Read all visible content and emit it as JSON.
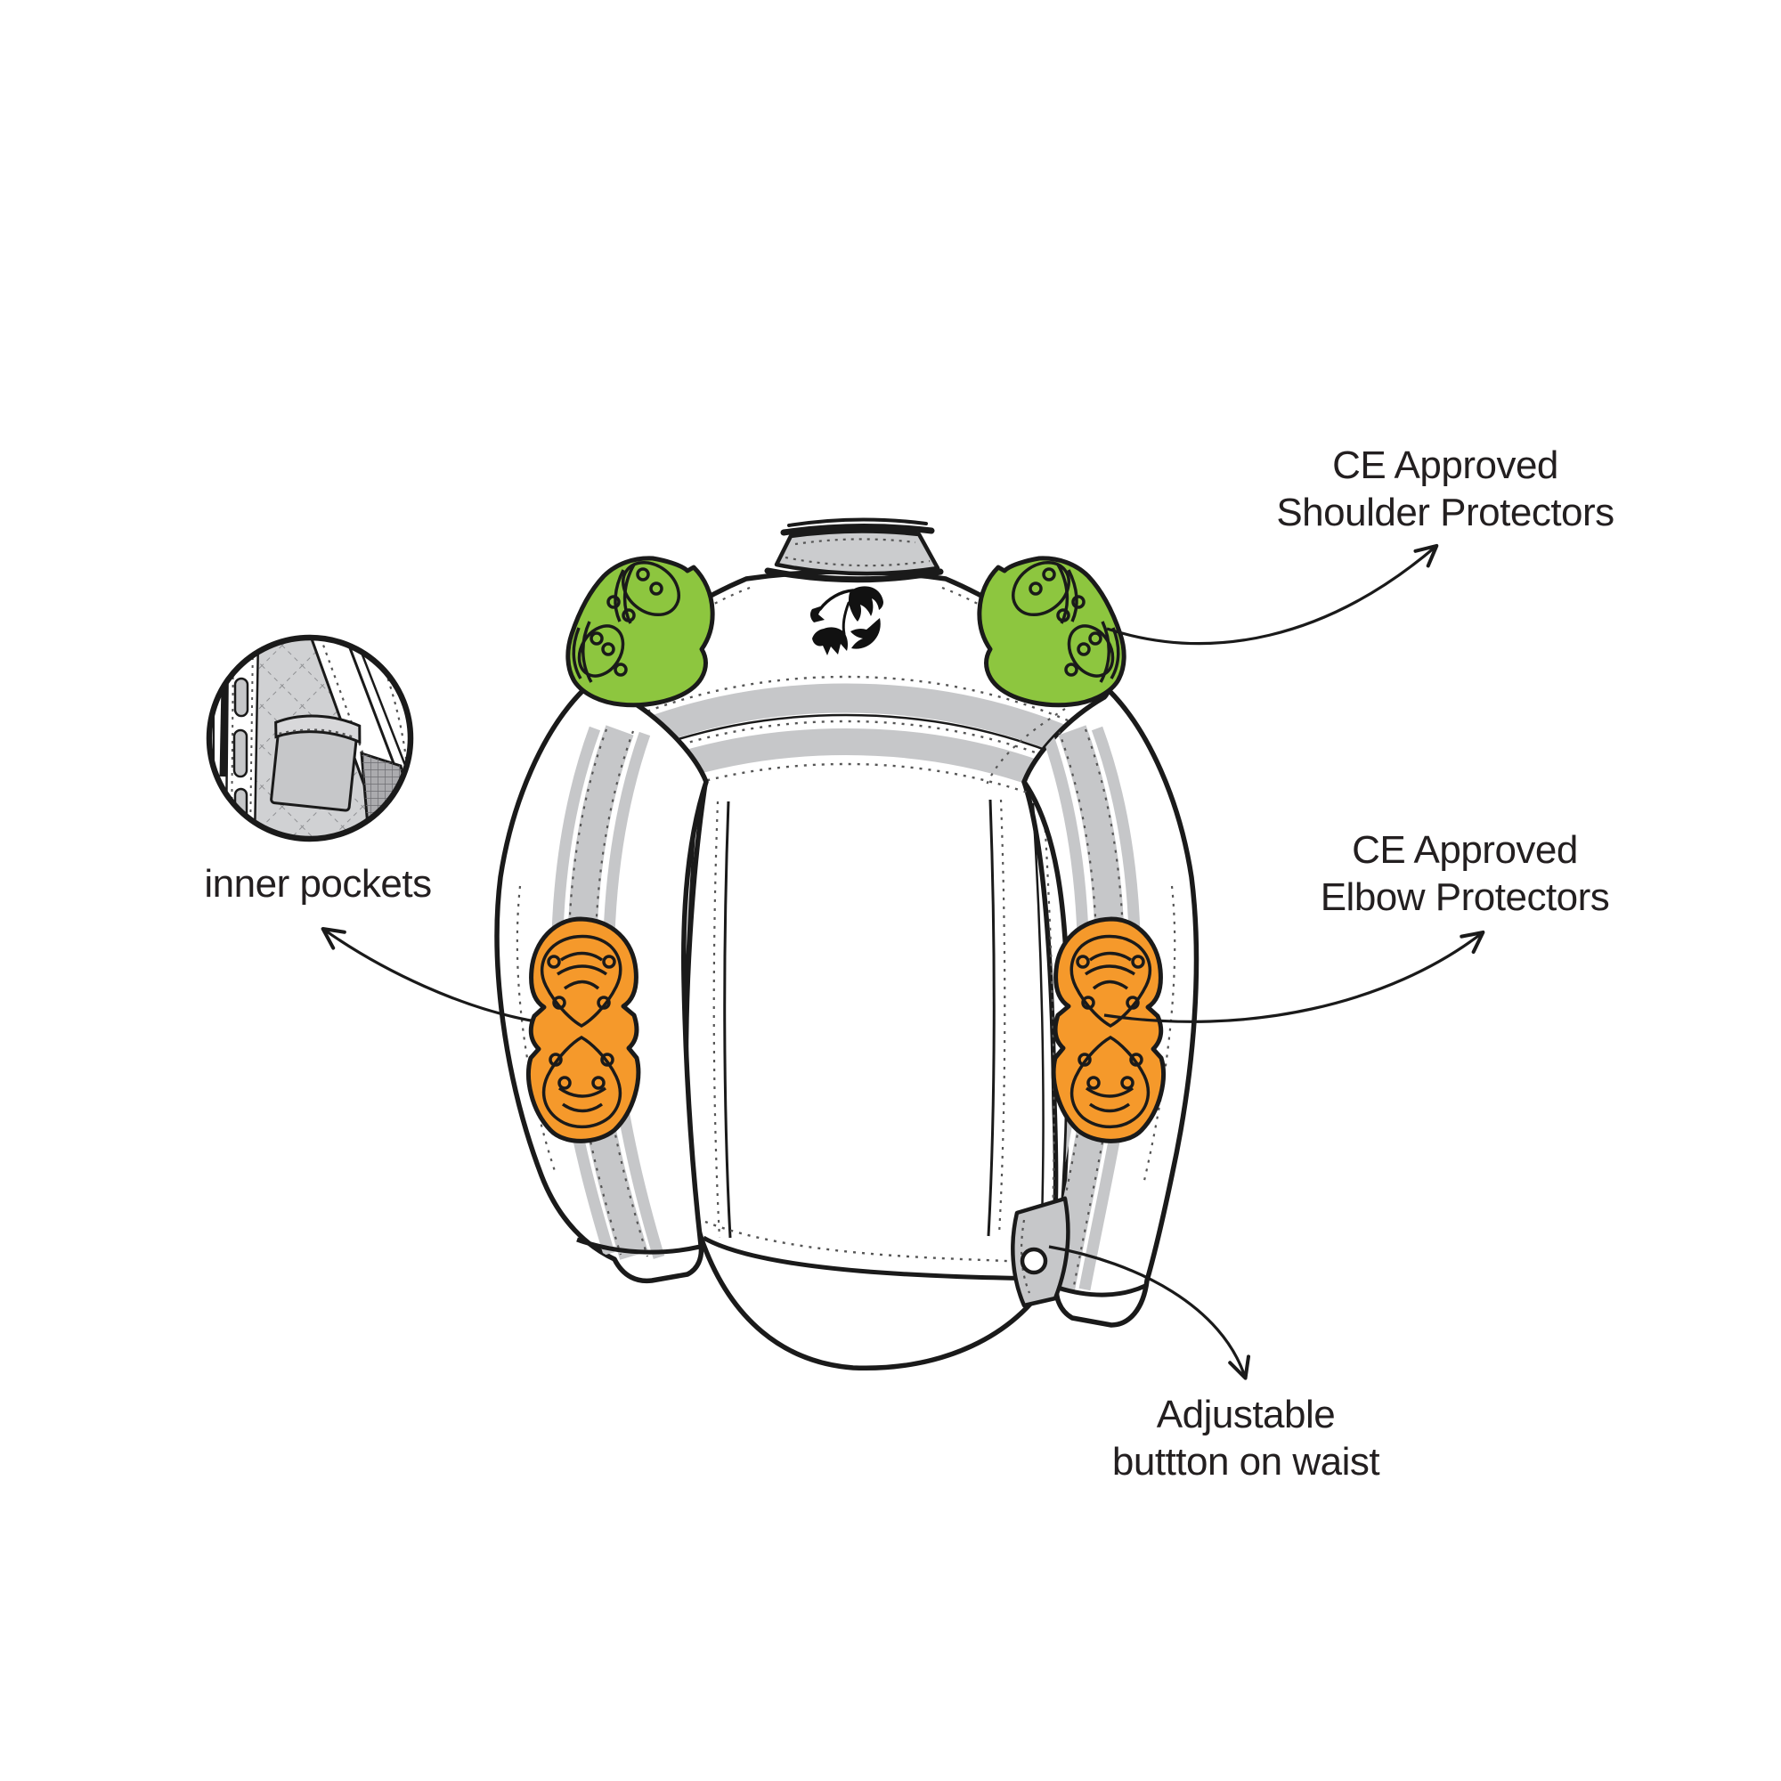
{
  "callouts": {
    "shoulder_protectors": {
      "line1": "CE Approved",
      "line2": "Shoulder Protectors"
    },
    "elbow_protectors": {
      "line1": "CE Approved",
      "line2": "Elbow Protectors"
    },
    "inner_pockets": {
      "label": "inner pockets"
    },
    "waist_button": {
      "line1": "Adjustable",
      "line2": "buttton on waist"
    }
  },
  "colors": {
    "background": "#ffffff",
    "line": "#1a1a1a",
    "text": "#231f20",
    "shoulder_protector_green": "#8dc63f",
    "elbow_protector_orange": "#f5992b",
    "fabric_gray": "#c6c7c9",
    "collar_gray": "#cbccce",
    "lining_gray": "#d0d1d3",
    "mesh_gray": "#ababae"
  },
  "icons": {
    "bear_logo": "roaring-bear-logo",
    "callout_arrow": "curved-callout-arrow"
  }
}
